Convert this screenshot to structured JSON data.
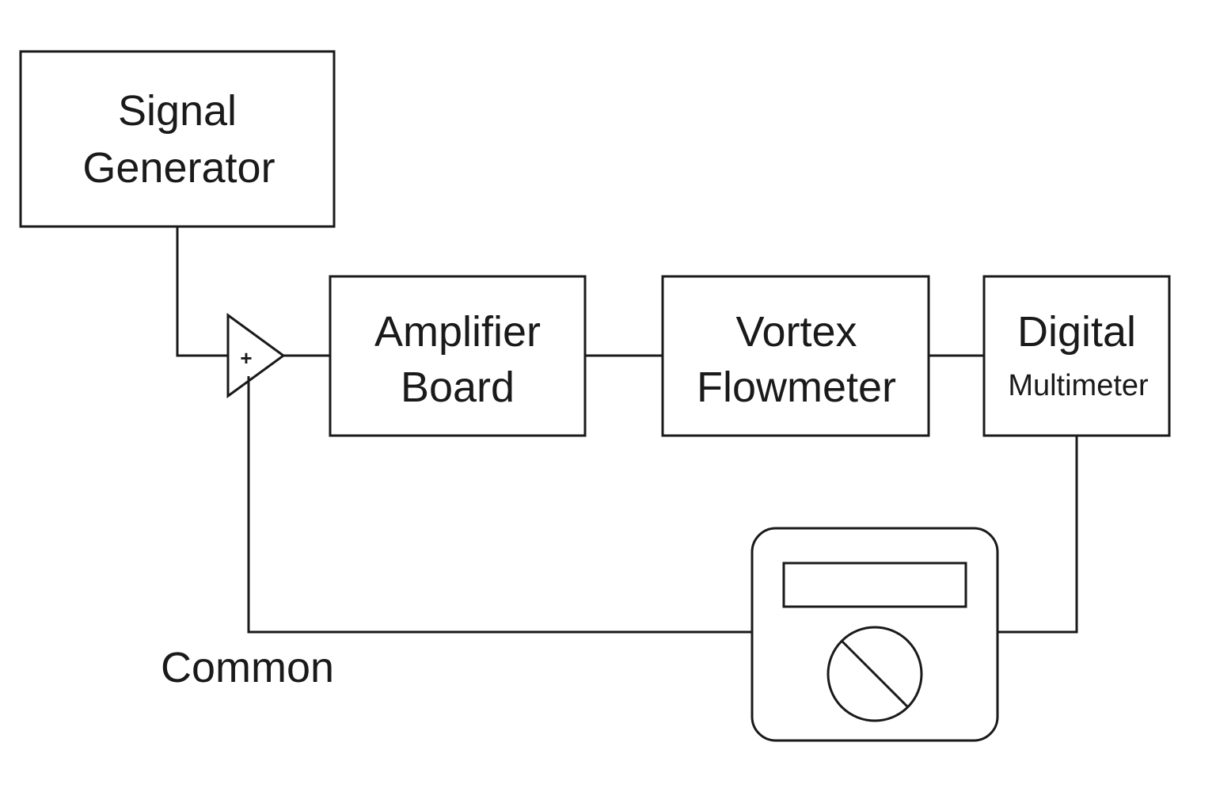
{
  "blocks": {
    "signal_generator": {
      "line1": "Signal",
      "line2": "Generator"
    },
    "amplifier_board": {
      "line1": "Amplifier",
      "line2": "Board"
    },
    "vortex_flowmeter": {
      "line1": "Vortex",
      "line2": "Flowmeter"
    },
    "digital_multimeter": {
      "line1": "Digital",
      "line2": "Multimeter"
    }
  },
  "summing_amp": {
    "sign": "+"
  },
  "common_label": "Common",
  "colors": {
    "line": "#1a1a1a",
    "background": "#ffffff"
  }
}
